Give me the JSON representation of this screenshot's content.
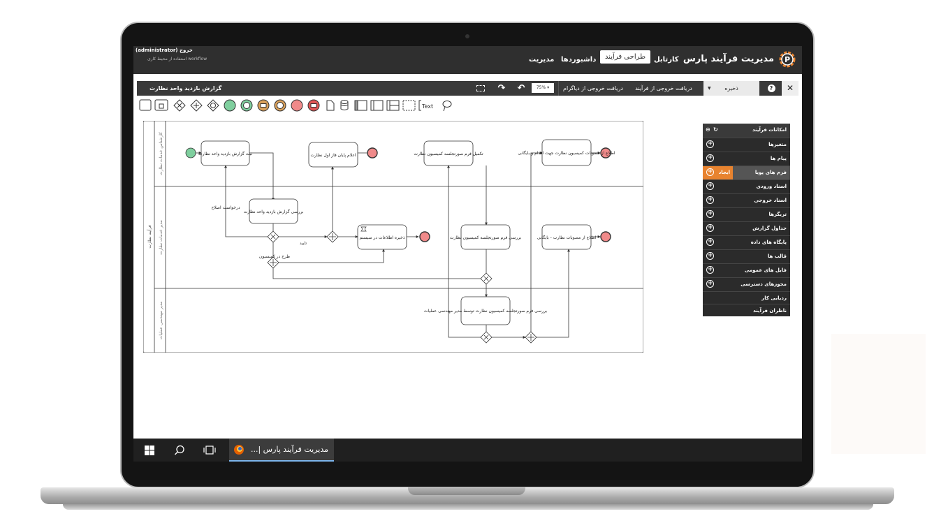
{
  "header": {
    "logo": "مدیریت فرآیند پارس",
    "nav": [
      "کارتابل",
      "طراحی فرآیند",
      "داشبوردها",
      "مدیریت"
    ],
    "active_nav": "طراحی فرآیند",
    "user_line": "(administrator) خروج",
    "workspace_line": "استفاده از محیط کاری workflow"
  },
  "toolbar": {
    "close_icon": "close-icon",
    "help_icon": "help-icon",
    "save_label": "ذخیره",
    "export_process": "دریافت خروجی از فرآیند",
    "export_diagram": "دریافت خروجی از دیاگرام",
    "zoom": "75%",
    "diagram_title": "گزارش بازدید واحد نظارت"
  },
  "palette": {
    "text_tool": "Text"
  },
  "diagram": {
    "pool": "فرآیند نظارت",
    "lanes": [
      "کارشناس خدمات نظارت",
      "مدیر خدمات نظارت",
      "مدیر مهندسی عملیات"
    ],
    "tasks": [
      "ثبت گزارش بازدید واحد نظارت",
      "اعلام پایان فاز اول نظارت",
      "تکمیل فرم صورتجلسه کمیسیون نظارت",
      "اطلاع از مصوبات کمیسیون نظارت جهت اقدام و بایگانی",
      "بررسی گزارش بازدید واحد نظارت",
      "ذخیره اطلاعات در سیستم",
      "بررسی فرم صورتجلسه کمیسیون نظارت",
      "اطلاع از مصوبات نظارت - بایگانی",
      "بررسی فرم صورتجلسه کمیسیون نظارت توسط مدیر مهندسی عملیات"
    ],
    "flow_labels": [
      "درخواست اصلاح",
      "تایید",
      "طرح در کمیسیون"
    ]
  },
  "panel": {
    "title": "امکانات فرآیند",
    "items": [
      "متغیرها",
      "پیام ها",
      "فرم های پویا",
      "اسناد ورودی",
      "اسناد خروجی",
      "تریگرها",
      "جداول گزارش",
      "پایگاه های داده",
      "قالب ها",
      "فایل های عمومی",
      "مجوزهای دسترسی",
      "ردیابی کار",
      "ناظران فرآیند"
    ],
    "active_item": "فرم های پویا",
    "create_label": "ایجاد"
  },
  "taskbar": {
    "app_label": "مدیریت فرآیند پارس |..."
  },
  "colors": {
    "start_event": "#7fcf9e",
    "end_event": "#f08a8a",
    "accent": "#e8832f",
    "dark": "#2f2f2f"
  }
}
